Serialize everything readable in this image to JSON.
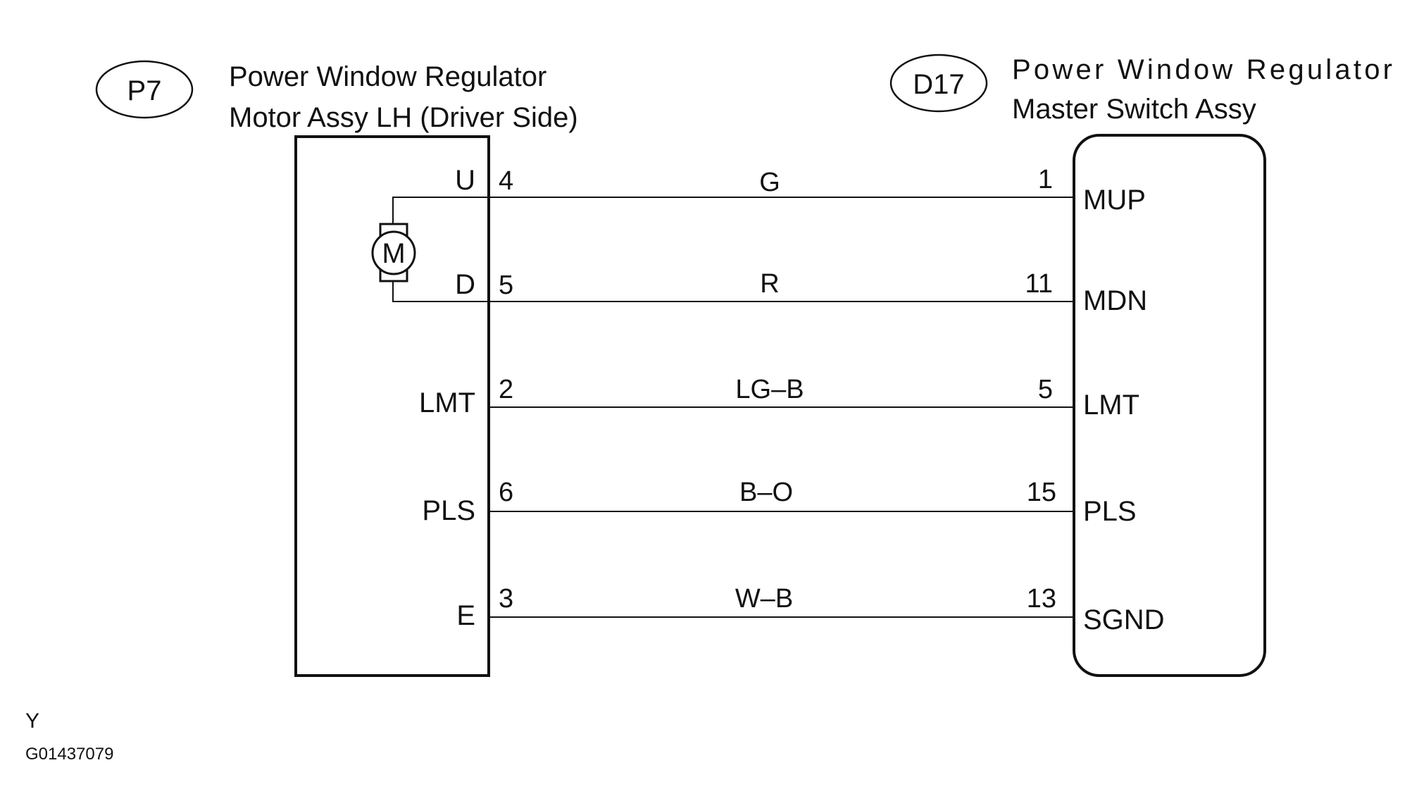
{
  "left_component": {
    "connector_id": "P7",
    "title_line1": "Power Window Regulator",
    "title_line2": "Motor Assy LH (Driver Side)",
    "motor_label": "M",
    "pins": [
      {
        "name": "U",
        "number": "4"
      },
      {
        "name": "D",
        "number": "5"
      },
      {
        "name": "LMT",
        "number": "2"
      },
      {
        "name": "PLS",
        "number": "6"
      },
      {
        "name": "E",
        "number": "3"
      }
    ]
  },
  "right_component": {
    "connector_id": "D17",
    "title_line1": "Power Window Regulator",
    "title_line2": "Master Switch Assy",
    "pins": [
      {
        "name": "MUP",
        "number": "1"
      },
      {
        "name": "MDN",
        "number": "11"
      },
      {
        "name": "LMT",
        "number": "5"
      },
      {
        "name": "PLS",
        "number": "15"
      },
      {
        "name": "SGND",
        "number": "13"
      }
    ]
  },
  "wires": [
    {
      "color": "G"
    },
    {
      "color": "R"
    },
    {
      "color": "LG–B"
    },
    {
      "color": "B–O"
    },
    {
      "color": "W–B"
    }
  ],
  "footer": {
    "mark": "Y",
    "code": "G01437079"
  }
}
